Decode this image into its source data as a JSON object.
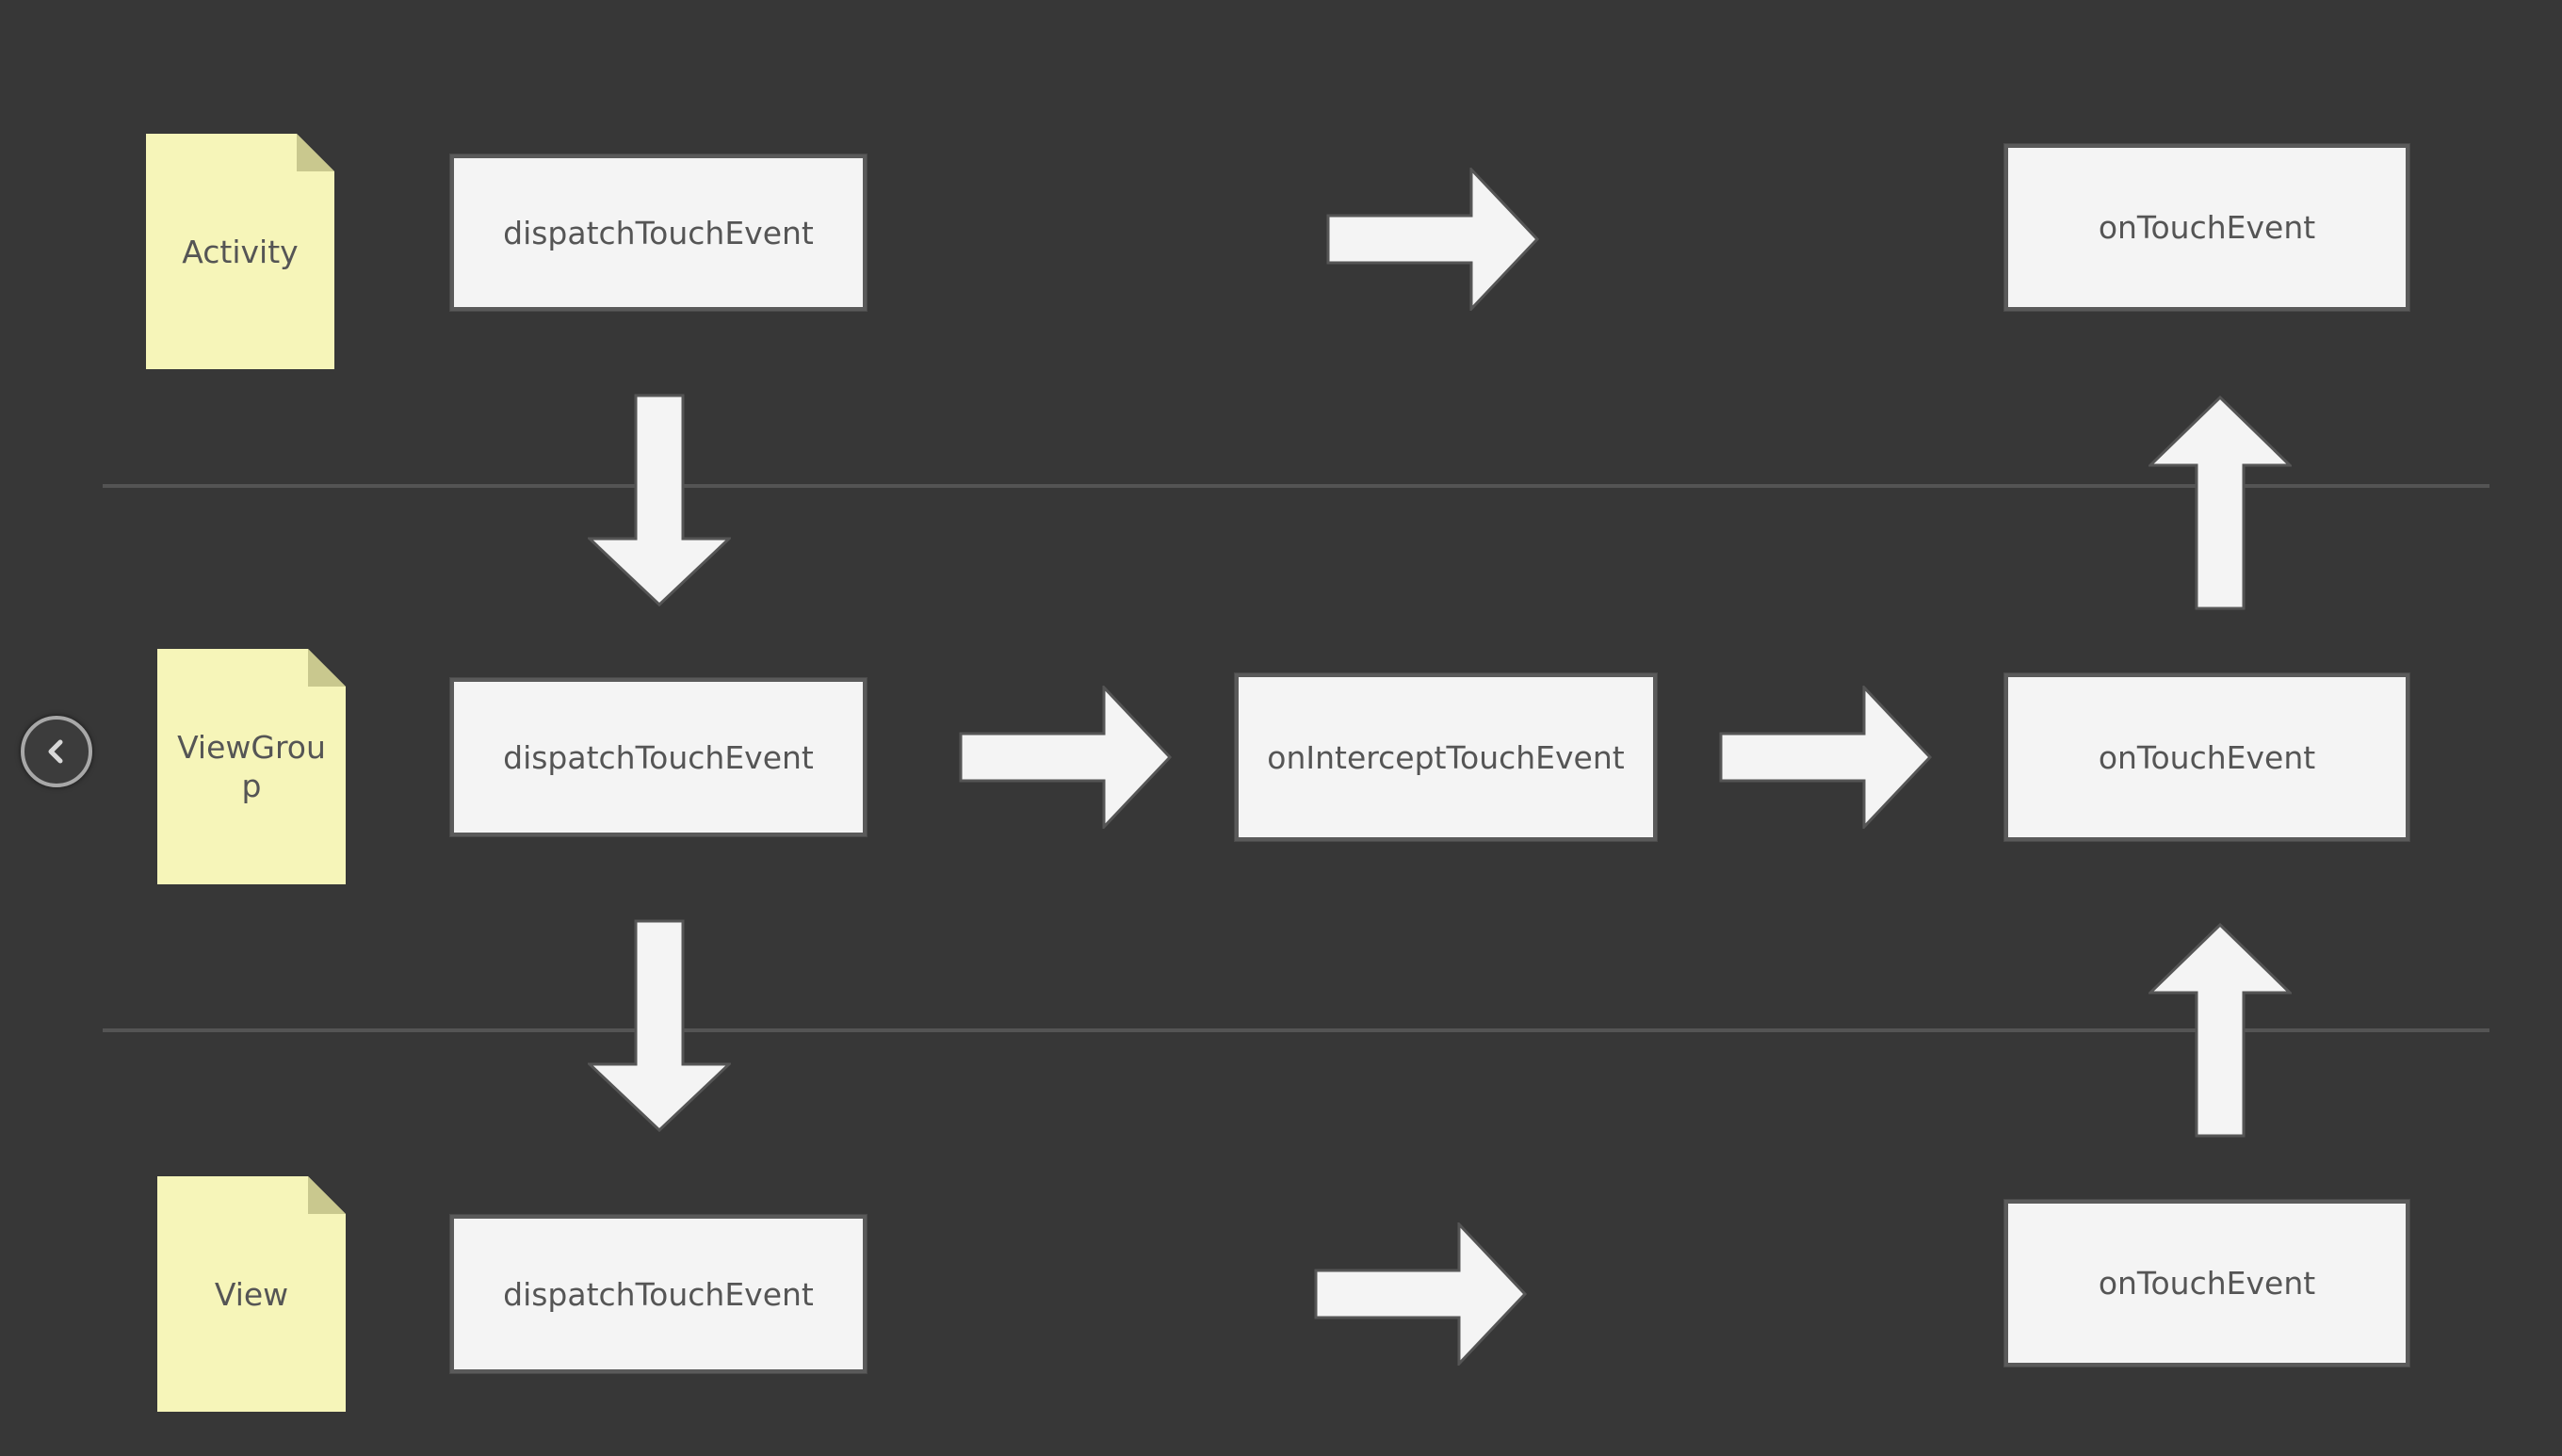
{
  "diagram": {
    "lanes": [
      {
        "label": "Activity"
      },
      {
        "label": "ViewGroup"
      },
      {
        "label": "View"
      }
    ],
    "nodes": {
      "activity_dispatch": "dispatchTouchEvent",
      "activity_ontouch": "onTouchEvent",
      "viewgroup_dispatch": "dispatchTouchEvent",
      "viewgroup_intercept": "onInterceptTouchEvent",
      "viewgroup_ontouch": "onTouchEvent",
      "view_dispatch": "dispatchTouchEvent",
      "view_ontouch": "onTouchEvent"
    },
    "edges": [
      {
        "from": "activity_dispatch",
        "to": "activity_ontouch",
        "direction": "right"
      },
      {
        "from": "activity_dispatch",
        "to": "viewgroup_dispatch",
        "direction": "down"
      },
      {
        "from": "viewgroup_dispatch",
        "to": "viewgroup_intercept",
        "direction": "right"
      },
      {
        "from": "viewgroup_intercept",
        "to": "viewgroup_ontouch",
        "direction": "right"
      },
      {
        "from": "viewgroup_ontouch",
        "to": "activity_ontouch",
        "direction": "up"
      },
      {
        "from": "viewgroup_dispatch",
        "to": "view_dispatch",
        "direction": "down"
      },
      {
        "from": "view_dispatch",
        "to": "view_ontouch",
        "direction": "right"
      },
      {
        "from": "view_ontouch",
        "to": "viewgroup_ontouch",
        "direction": "up"
      }
    ]
  },
  "colors": {
    "background": "#373737",
    "note_fill": "#f6f5b9",
    "box_fill": "#f4f4f4",
    "arrow_fill": "#f4f4f4"
  },
  "controls": {
    "back_button_icon": "chevron-left-icon"
  }
}
